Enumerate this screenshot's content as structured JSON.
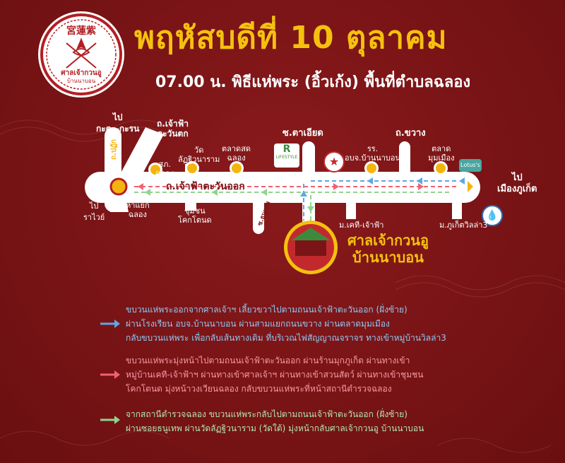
{
  "header": {
    "title": "พฤหัสบดีที่ 10 ตุลาคม",
    "subtitle": "07.00 น. พิธีแห่พระ (อิ้วเก้ง) พื้นที่ตำบลฉลอง"
  },
  "logo": {
    "chinese_text": "宮蓮紫",
    "thai_text": "ศาลเจ้ากวนอู",
    "thai_sub": "บ้านนาบอน"
  },
  "map": {
    "main_road": "ถ.เจ้าฟ้าตะวันออก",
    "destinations": {
      "top_left": "ไป\nกะตะ-กะรน",
      "bottom_left": "ไป\nราไวย์",
      "right": "ไป\nเมืองภูเก็ต"
    },
    "roads": {
      "chaofa_west": "ถ.เจ้าฟ้า\nตะวันตก",
      "so_ta_iad": "ซ.ตาเอียด",
      "tha_khwang": "ถ.ขวาง",
      "patak": "ถ.ปฏัก",
      "tha_nu_thep": "ซ.ธนูเทพ"
    },
    "places": {
      "police": "สภ.\nฉลอง",
      "wat": "วัด\nลัฏฐิวนาราม",
      "market": "ตลาดสด\nฉลอง",
      "school": "รร.\nอบจ.บ้านนาบอน",
      "mum_market": "ตลาด\nมุมเมือง",
      "junction": "ห้าแยก\nฉลอง",
      "community": "ชุมชน\nโคกโตนด",
      "mu_kethi": "ม.เคที-เจ้าฟ้า",
      "mu_villa": "ม.ภูเก็ตวิลล่า3"
    },
    "brands": {
      "lifestyle": "LIFESTYLE",
      "lotus": "Lotus's"
    },
    "shrine": {
      "line1": "ศาลเจ้ากวนอู",
      "line2": "บ้านนาบอน"
    }
  },
  "legend": [
    {
      "color": "#5aa9e6",
      "lines": [
        "ขบวนแห่พระออกจากศาลเจ้าฯ เลี้ยวขวาไปตามถนนเจ้าฟ้าตะวันออก (ฝั่งซ้าย)",
        "ผ่านโรงเรียน อบจ.บ้านนาบอน ผ่านสามแยกถนนขวาง ผ่านตลาดมุมเมือง",
        "กลับขบวนแห่พระ เพื่อกลับเส้นทางเดิม ที่บริเวณไฟสัญญาณจราจร ทางเข้าหมู่บ้านวิลล่า3"
      ]
    },
    {
      "color": "#f06272",
      "lines": [
        "ขบวนแห่พระมุ่งหน้าไปตามถนนเจ้าฟ้าตะวันออก ผ่านร้านมุกภูเก็ต ผ่านทางเข้า",
        "หมู่บ้านเคที-เจ้าฟ้าฯ ผ่านทางเข้าศาลเจ้าฯ ผ่านทางเข้าสวนสัตว์ ผ่านทางเข้าชุมชน",
        "โคกโตนด มุ่งหน้าวงเวียนฉลอง กลับขบวนแห่พระที่หน้าสถานีตำรวจฉลอง"
      ]
    },
    {
      "color": "#8fd48a",
      "lines": [
        "จากสถานีตำรวจฉลอง ขบวนแห่พระกลับไปตามถนนเจ้าฟ้าตะวันออก (ฝั่งซ้าย)",
        "ผ่านซอยธนูเทพ ผ่านวัดลัฏฐิวนาราม (วัดใต้) มุ่งหน้ากลับศาลเจ้ากวนอู บ้านนาบอน"
      ]
    }
  ]
}
